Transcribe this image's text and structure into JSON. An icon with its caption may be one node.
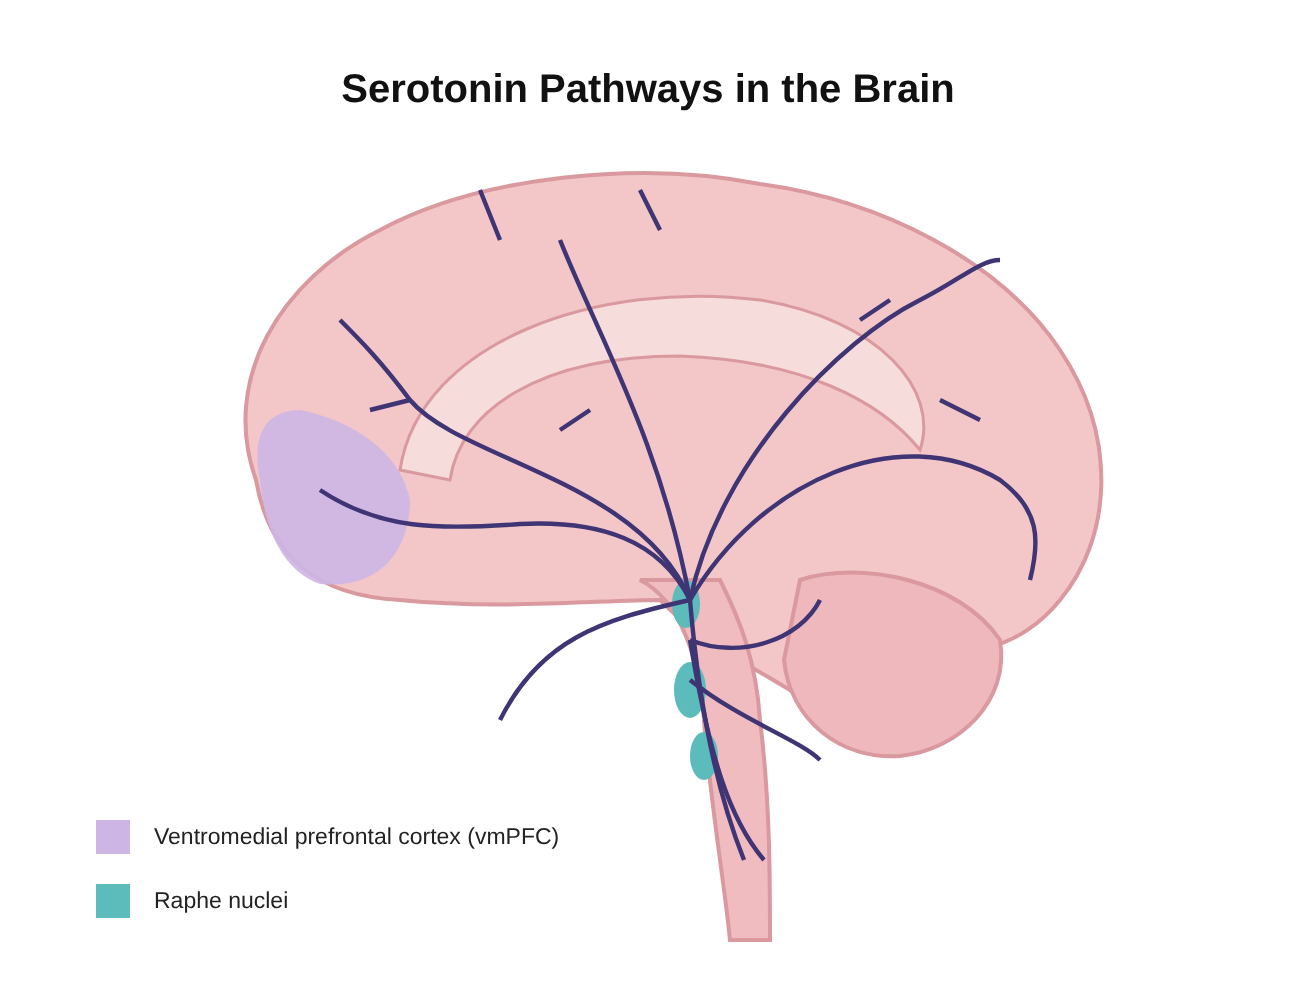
{
  "diagram": {
    "title": "Serotonin Pathways in the Brain",
    "legend": [
      {
        "text": "Ventromedial prefrontal cortex (vmPFC)",
        "color": "#cdb6e6"
      },
      {
        "text": "Raphe nuclei",
        "color": "#5cbcbc"
      }
    ]
  }
}
